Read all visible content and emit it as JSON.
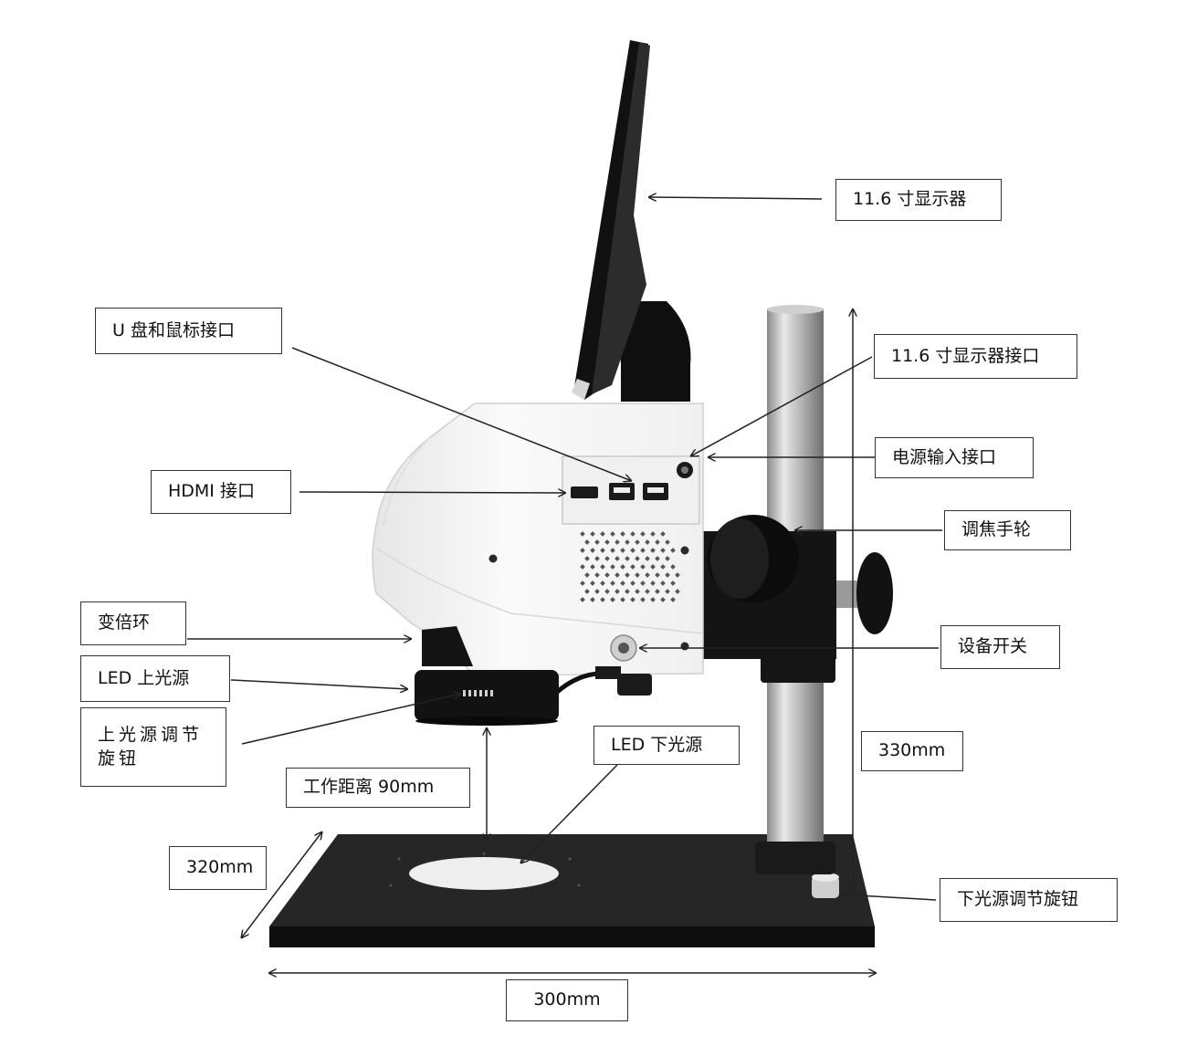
{
  "labels": {
    "display": "11.6 寸显示器",
    "usb_port": "U 盘和鼠标接口",
    "display_port": "11.6 寸显示器接口",
    "power_input": "电源输入接口",
    "hdmi": "HDMI 接口",
    "focus_wheel": "调焦手轮",
    "zoom_ring": "变倍环",
    "power_switch": "设备开关",
    "led_top_light": "LED 上光源",
    "top_light_knob": "上光源调节\n旋钮",
    "led_bottom_light": "LED 下光源",
    "working_distance": "工作距离 90mm",
    "height_dim": "330mm",
    "depth_dim": "320mm",
    "bottom_light_knob": "下光源调节旋钮",
    "width_dim": "300mm"
  },
  "colors": {
    "body_white": "#f4f4f4",
    "black_parts": "#111111",
    "base_plate": "#1c1c1c",
    "pillar": "#b9b9b9",
    "line": "#222222"
  }
}
